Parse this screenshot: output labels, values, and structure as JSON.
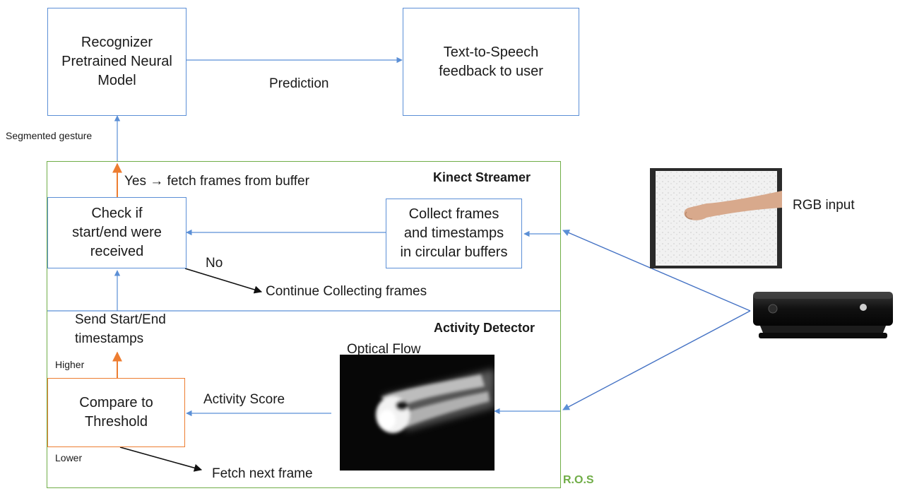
{
  "nodes": {
    "recognizer": [
      "Recognizer",
      "Pretrained Neural",
      "Model"
    ],
    "tts": [
      "Text-to-Speech",
      "feedback to user"
    ],
    "check": [
      "Check if",
      "start/end were",
      "received"
    ],
    "collect": [
      "Collect frames",
      "and timestamps",
      "in circular buffers"
    ],
    "compare": [
      "Compare to",
      "Threshold"
    ]
  },
  "labels": {
    "prediction": "Prediction",
    "segmented_gesture": "Segmented gesture",
    "yes_fetch": "Yes → fetch frames from buffer",
    "no": "No",
    "continue": "Continue Collecting frames",
    "send_start_end": [
      "Send Start/End",
      "timestamps"
    ],
    "higher": "Higher",
    "lower": "Lower",
    "fetch_next": "Fetch next frame",
    "activity_score": "Activity Score",
    "optical_flow": "Optical Flow",
    "rgb_input": "RGB input",
    "kinect_streamer": "Kinect Streamer",
    "activity_detector": "Activity Detector",
    "ros": "R.O.S"
  },
  "colors": {
    "blue": "#5b8fd6",
    "orange": "#ed7d31",
    "green": "#70ad47",
    "black": "#111111"
  },
  "icons": {
    "camera": "kinect-sensor-icon",
    "rgb": "arm-photo",
    "flow": "optical-flow-heatmap"
  }
}
